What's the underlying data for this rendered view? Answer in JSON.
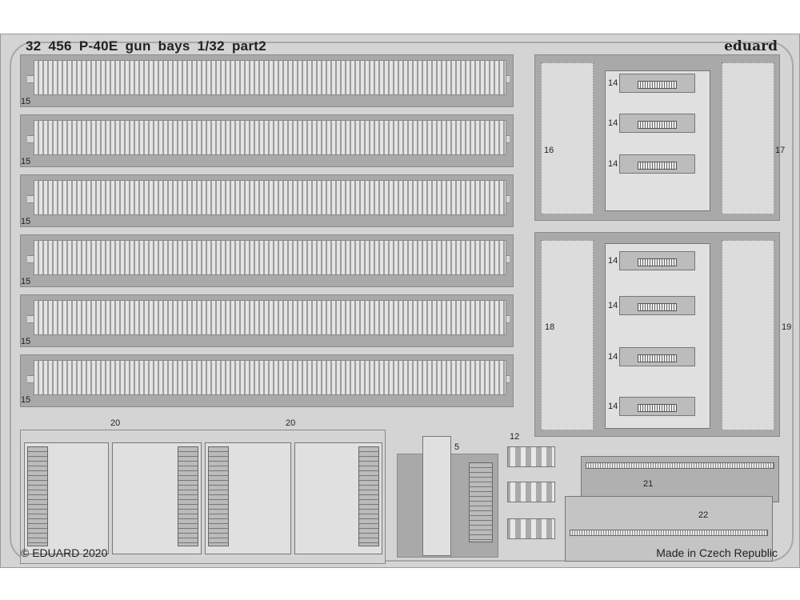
{
  "header": {
    "title": "32 456  P-40E gun bays   1/32   part2",
    "brand": "eduard"
  },
  "footer": {
    "copyright": "© EDUARD 2020",
    "origin": "Made in Czech Republic"
  },
  "part_numbers": {
    "belt": "15",
    "left_panel_top": "16",
    "right_panel_top": "17",
    "left_panel_bottom": "18",
    "right_panel_bottom": "19",
    "gun_tray": "14",
    "bay_frame": "20",
    "box": "5",
    "links": "12",
    "comb_upper": "21",
    "comb_lower": "22"
  },
  "colors": {
    "fret": "#d4d4d4",
    "part": "#a9a9a9",
    "edge": "#8a8a8a"
  }
}
